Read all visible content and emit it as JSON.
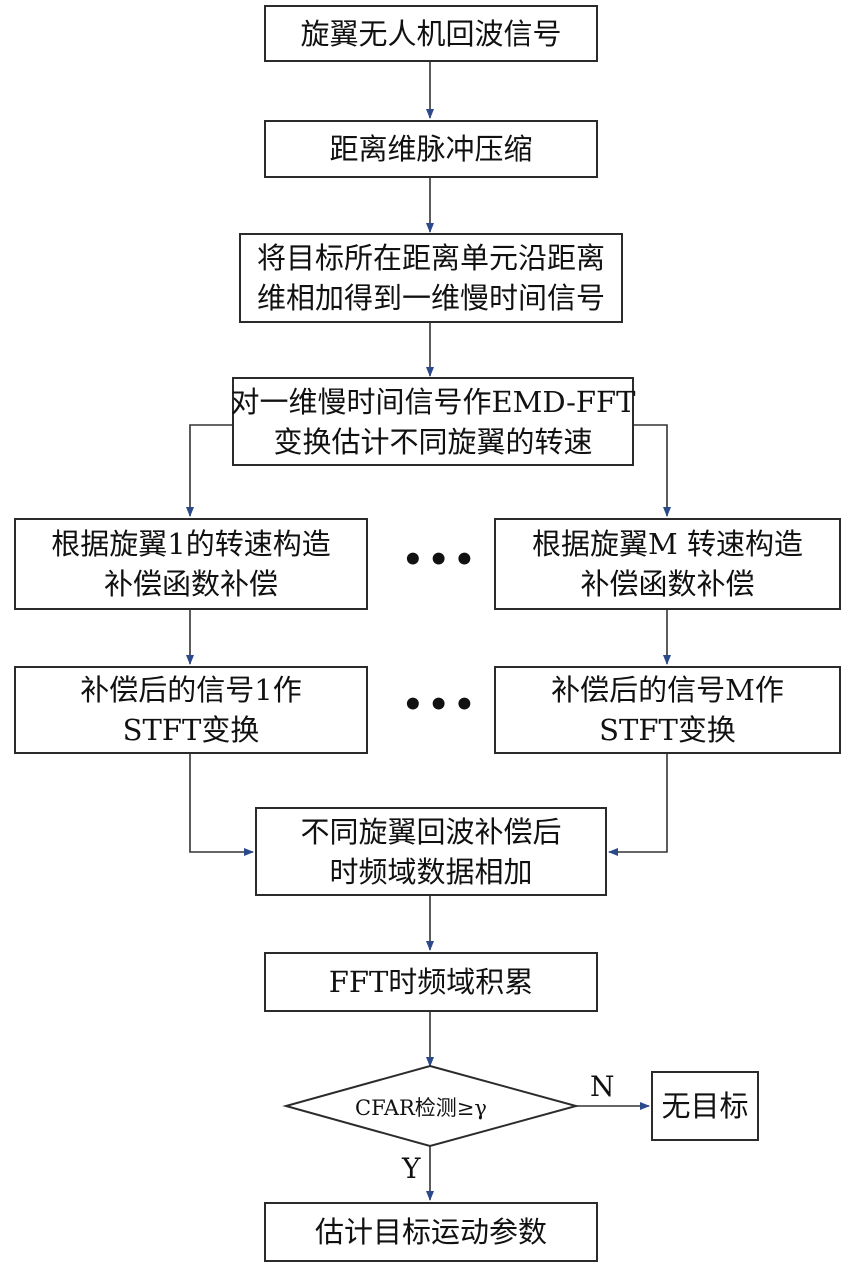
{
  "nodes": {
    "echo": "旋翼无人机回波信号",
    "pulse_compress": "距离维脉冲压缩",
    "accumulate": [
      "将目标所在距离单元沿距离",
      "维相加得到一维慢时间信号"
    ],
    "emd_fft": [
      "对一维慢时间信号作EMD-FFT",
      "变换估计不同旋翼的转速"
    ],
    "comp_1": [
      "根据旋翼1的转速构造",
      "补偿函数补偿"
    ],
    "comp_m": [
      "根据旋翼M 转速构造",
      "补偿函数补偿"
    ],
    "stft_1": [
      "补偿后的信号1作",
      "STFT变换"
    ],
    "stft_m": [
      "补偿后的信号M作",
      "STFT变换"
    ],
    "sum": [
      "不同旋翼回波补偿后",
      "时频域数据相加"
    ],
    "fft_integrate": "FFT时频域积累",
    "cfar": "CFAR检测≥γ",
    "no_target": "无目标",
    "estimate": "估计目标运动参数"
  },
  "ellipsis": "•••",
  "branch_labels": {
    "no": "N",
    "yes": "Y"
  }
}
